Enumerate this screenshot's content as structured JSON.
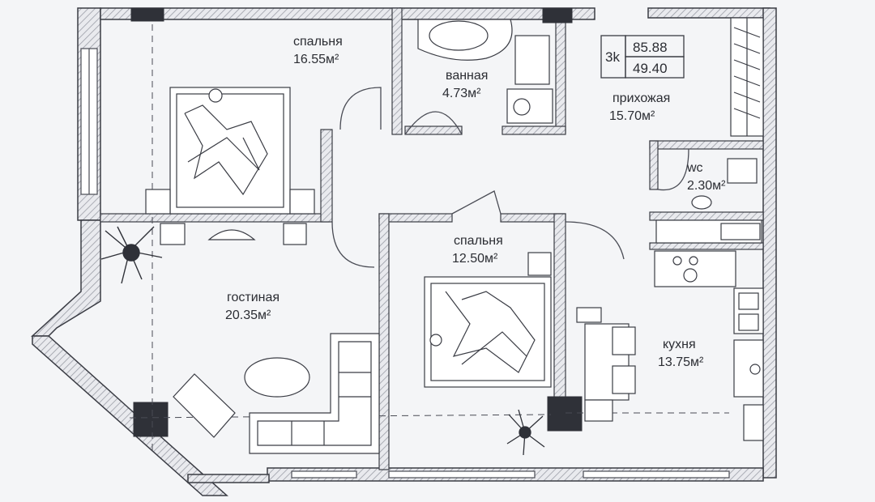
{
  "plan": {
    "apartment_type": "3k",
    "total_area": "85.88",
    "living_area": "49.40",
    "rooms": [
      {
        "id": "bedroom-1",
        "name": "спальня",
        "area": "16.55м²"
      },
      {
        "id": "bathroom",
        "name": "ванная",
        "area": "4.73м²"
      },
      {
        "id": "hallway",
        "name": "прихожая",
        "area": "15.70м²"
      },
      {
        "id": "wc",
        "name": "wc",
        "area": "2.30м²"
      },
      {
        "id": "bedroom-2",
        "name": "спальня",
        "area": "12.50м²"
      },
      {
        "id": "living-room",
        "name": "гостиная",
        "area": "20.35м²"
      },
      {
        "id": "kitchen",
        "name": "кухня",
        "area": "13.75м²"
      }
    ]
  },
  "colors": {
    "paper": "#f4f5f7",
    "wall": "#3a3c44",
    "wall_hatch": "#8a8d96",
    "line": "#4a4c55",
    "text": "#2b2d33"
  }
}
